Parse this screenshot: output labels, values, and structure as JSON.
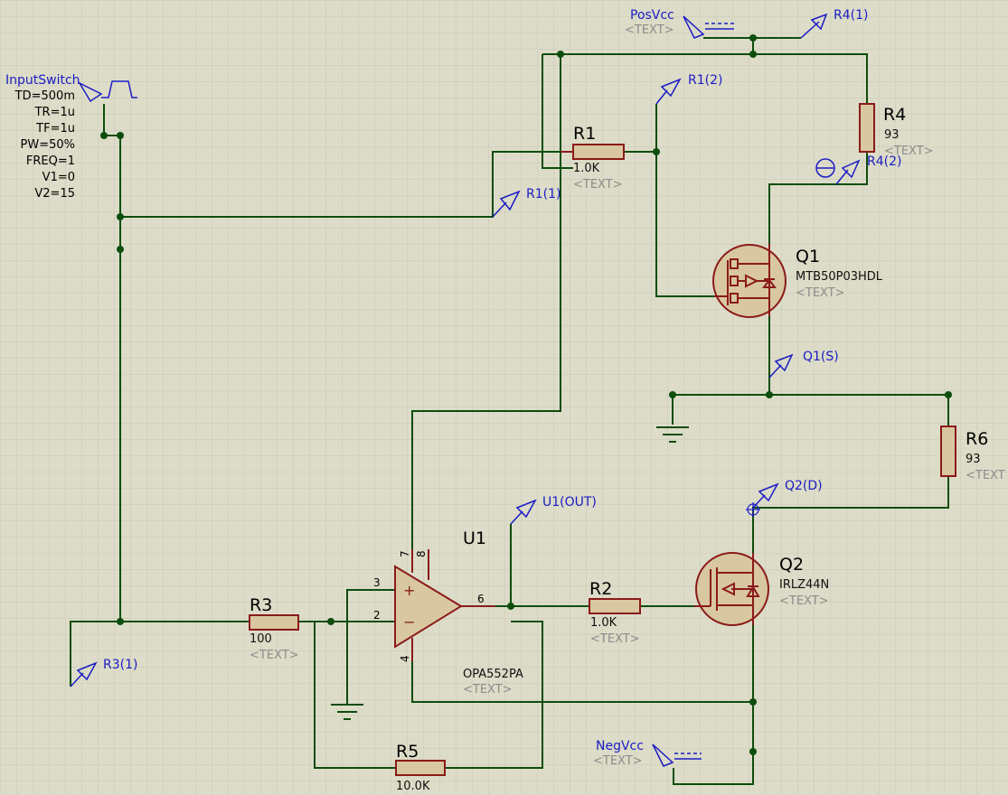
{
  "colors": {
    "background": "#dcdcc8",
    "grid": "#c8c8b4",
    "wire": "#0d4d0d",
    "component": "#8b1a1a",
    "component_fill": "#d8c7a0",
    "label": "#1c1cc4",
    "text_placeholder": "#8c8c8c"
  },
  "generator": {
    "name": "InputSwitch",
    "params": [
      "TD=500m",
      "TR=1u",
      "TF=1u",
      "PW=50%",
      "FREQ=1",
      "V1=0",
      "V2=15"
    ]
  },
  "terminals": {
    "posvcc": "PosVcc",
    "negvcc": "NegVcc",
    "posvcc_text": "<TEXT>",
    "negvcc_text": "<TEXT>"
  },
  "probes": {
    "r4_1": "R4(1)",
    "r1_2": "R1(2)",
    "r4_2": "R4(2)",
    "r1_1": "R1(1)",
    "q1_s": "Q1(S)",
    "q2_d": "Q2(D)",
    "u1_out": "U1(OUT)",
    "r3_1": "R3(1)"
  },
  "components": {
    "r1": {
      "ref": "R1",
      "value": "1.0K",
      "text": "<TEXT>"
    },
    "r2": {
      "ref": "R2",
      "value": "1.0K",
      "text": "<TEXT>"
    },
    "r3": {
      "ref": "R3",
      "value": "100",
      "text": "<TEXT>"
    },
    "r4": {
      "ref": "R4",
      "value": "93",
      "text": "<TEXT>"
    },
    "r5": {
      "ref": "R5",
      "value": "10.0K"
    },
    "r6": {
      "ref": "R6",
      "value": "93",
      "text": "<TEXT"
    },
    "q1": {
      "ref": "Q1",
      "value": "MTB50P03HDL",
      "text": "<TEXT>"
    },
    "q2": {
      "ref": "Q2",
      "value": "IRLZ44N",
      "text": "<TEXT>"
    },
    "u1": {
      "ref": "U1",
      "value": "OPA552PA",
      "text": "<TEXT>",
      "pins": {
        "p3": "3",
        "p2": "2",
        "p6": "6",
        "p7": "7",
        "p8": "8",
        "p4": "4"
      },
      "plus": "+",
      "minus": "−"
    }
  }
}
